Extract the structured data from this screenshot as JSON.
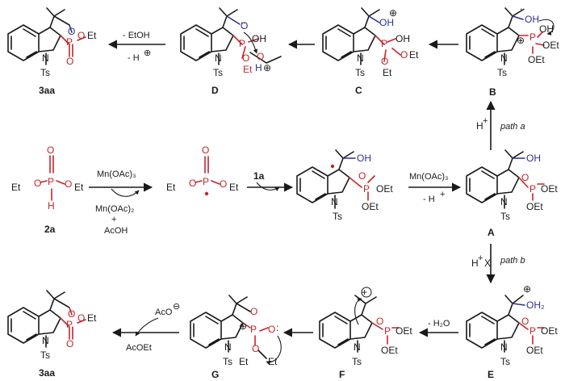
{
  "atoms": {
    "O": "O",
    "P": "P",
    "H": "H",
    "N": "N",
    "Ts": "Ts",
    "Et": "Et",
    "OEt": "OEt",
    "OH": "OH",
    "OH2": "OH₂",
    "plus": "⊕",
    "minus": "⊖",
    "O_alk": "O"
  },
  "reagents": {
    "mn_oac3": "Mn(OAc)₃",
    "mn_oac2": "Mn(OAc)₂",
    "plus_sign": "+",
    "acoh": "AcOH",
    "one_a": "1a",
    "minus_h": "- H",
    "minus_etoh": "- EtOH",
    "minus_h_plus": "- H",
    "minus_h2o": "- H₂O",
    "aco": "AcO",
    "acoet": "AcOEt",
    "h_plus": "H",
    "path_a": "path a",
    "path_b": "path b",
    "x_mark": "X"
  },
  "labels": {
    "l_3aa_top": "3aa",
    "l_D": "D",
    "l_C": "C",
    "l_B": "B",
    "l_2a": "2a",
    "l_A": "A",
    "l_E": "E",
    "l_F": "F",
    "l_G": "G",
    "l_3aa_bottom": "3aa"
  },
  "colors": {
    "phosphorus_red": "#c0272d",
    "hydroxyl_blue": "#2e3192",
    "ink": "#1a1a1a"
  }
}
